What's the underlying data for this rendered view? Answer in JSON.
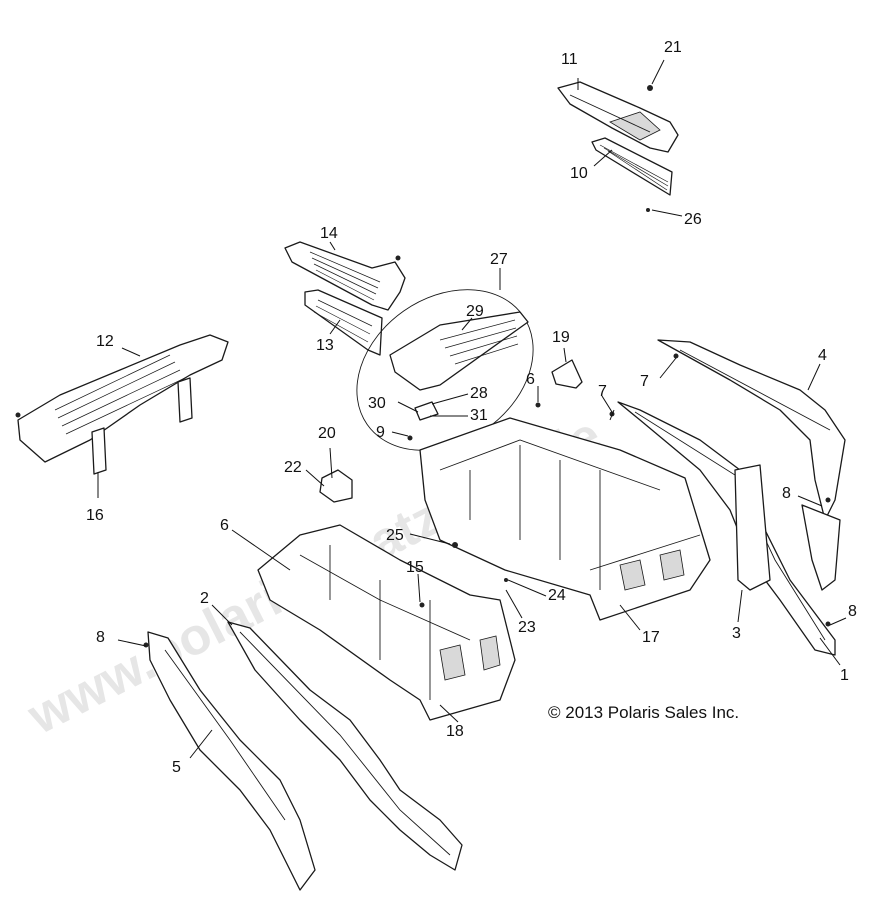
{
  "callouts": {
    "c1": "1",
    "c2": "2",
    "c3": "3",
    "c4": "4",
    "c5": "5",
    "c6a": "6",
    "c6b": "6",
    "c7a": "7",
    "c7b": "7",
    "c8a": "8",
    "c8b": "8",
    "c8c": "8",
    "c9": "9",
    "c10": "10",
    "c11": "11",
    "c12": "12",
    "c13": "13",
    "c14": "14",
    "c15": "15",
    "c16": "16",
    "c17": "17",
    "c18": "18",
    "c19": "19",
    "c20": "20",
    "c21": "21",
    "c22": "22",
    "c23": "23",
    "c24": "24",
    "c25": "25",
    "c26": "26",
    "c27": "27",
    "c28": "28",
    "c29": "29",
    "c30": "30",
    "c31": "31"
  },
  "copyright": "© 2013 Polaris Sales Inc.",
  "watermark": "www.polarisersatzteile.de",
  "colors": {
    "line": "#1a1a1a",
    "watermark": "#dedede",
    "background": "#ffffff"
  }
}
